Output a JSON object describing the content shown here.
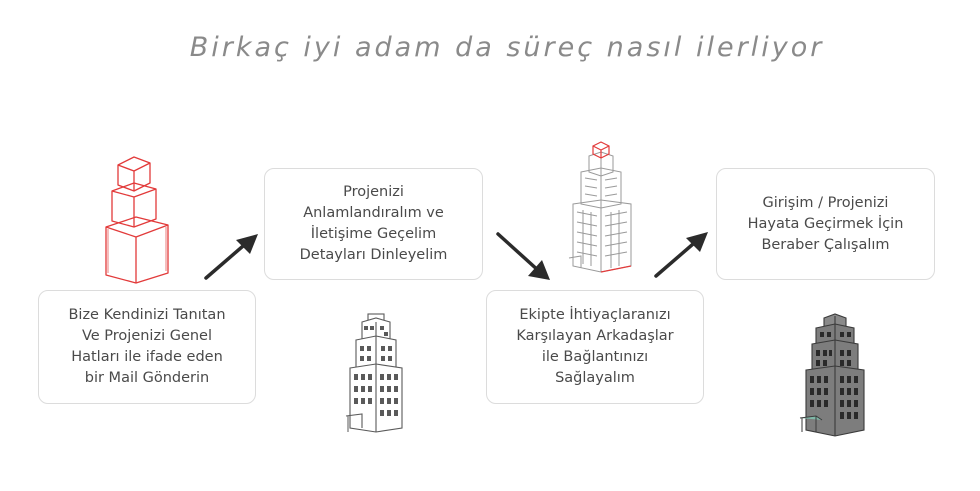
{
  "title": "Birkaç iyi adam da süreç nasıl ilerliyor",
  "steps": [
    {
      "text": "Bize Kendinizi Tanıtan\nVe Projenizi Genel\nHatları ile ifade eden\nbir Mail Gönderin"
    },
    {
      "text": "Projenizi\nAnlamlandıralım ve\nİletişime Geçelim\nDetayları Dinleyelim"
    },
    {
      "text": "Ekipte İhtiyaçlaranızı\nKarşılayan Arkadaşlar\nile Bağlantınızı\nSağlayalım"
    },
    {
      "text": "Girişim / Projenizi\nHayata Geçirmek İçin\nBeraber Çalışalım"
    }
  ],
  "colors": {
    "sketch_red": "#e23a3a",
    "sketch_grey": "#9a9a9a",
    "building_dark": "#7d7d7d",
    "text": "#4a4a4a",
    "title": "#8a8a8a"
  }
}
